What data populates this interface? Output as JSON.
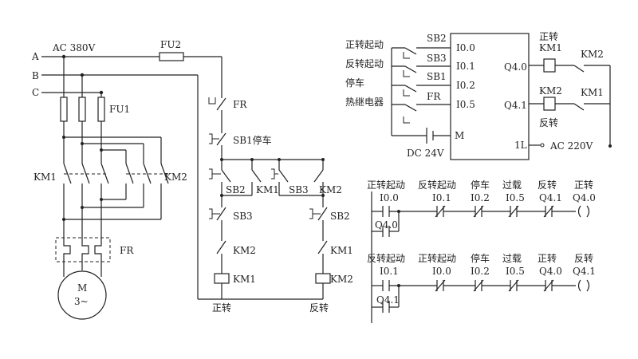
{
  "power": {
    "phase_a": "A",
    "phase_b": "B",
    "phase_c": "C",
    "supply": "AC 380V",
    "fuse_ctrl": "FU2",
    "fuse_main": "FU1",
    "contactor_fwd": "KM1",
    "contactor_rev": "KM2",
    "overload": "FR",
    "motor_letter": "M",
    "motor_phase": "3~"
  },
  "control": {
    "fr": "FR",
    "sb1_stop": "SB1停车",
    "sb2": "SB2",
    "sb3": "SB3",
    "km1": "KM1",
    "km2": "KM2",
    "fwd": "正转",
    "rev": "反转"
  },
  "plc": {
    "inputs": [
      {
        "desc": "正转起动",
        "button": "SB2",
        "addr": "I0.0"
      },
      {
        "desc": "反转起动",
        "button": "SB3",
        "addr": "I0.1"
      },
      {
        "desc": "停车",
        "button": "SB1",
        "addr": "I0.2"
      },
      {
        "desc": "热继电器",
        "button": "FR",
        "addr": "I0.5"
      }
    ],
    "common": "M",
    "dc": "DC 24V",
    "outputs": [
      {
        "addr": "Q4.0",
        "desc": "正转",
        "coil": "KM1",
        "interlock": "KM2"
      },
      {
        "addr": "Q4.1",
        "desc": "反转",
        "coil": "KM2",
        "interlock": "KM1"
      }
    ],
    "out_common": "1L",
    "ac": "AC 220V"
  },
  "ladder": {
    "rungs": [
      {
        "contacts": [
          {
            "desc": "正转起动",
            "addr": "I0.0"
          },
          {
            "desc": "反转起动",
            "addr": "I0.1"
          },
          {
            "desc": "停车",
            "addr": "I0.2"
          },
          {
            "desc": "过载",
            "addr": "I0.5"
          },
          {
            "desc": "反转",
            "addr": "Q4.1"
          }
        ],
        "coil": {
          "desc": "正转",
          "addr": "Q4.0"
        },
        "seal": "Q4.0"
      },
      {
        "contacts": [
          {
            "desc": "反转起动",
            "addr": "I0.1"
          },
          {
            "desc": "正转起动",
            "addr": "I0.0"
          },
          {
            "desc": "停车",
            "addr": "I0.2"
          },
          {
            "desc": "过载",
            "addr": "I0.5"
          },
          {
            "desc": "正转",
            "addr": "Q4.0"
          }
        ],
        "coil": {
          "desc": "反转",
          "addr": "Q4.1"
        },
        "seal": "Q4.1"
      }
    ]
  }
}
